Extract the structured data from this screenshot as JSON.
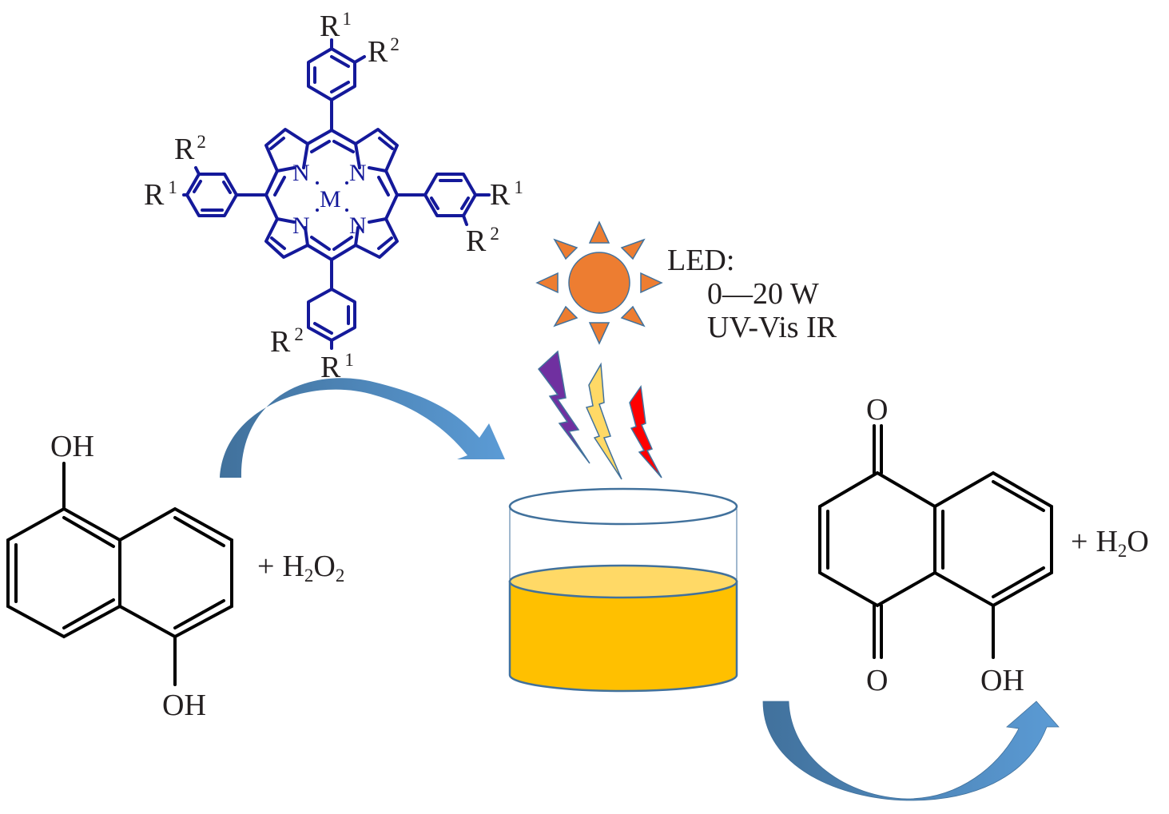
{
  "figure": {
    "type": "reaction-scheme",
    "description": "Photocatalytic oxidation of 1,5-dihydroxynaphthalene with H2O2 to juglone over metalloporphyrin under LED light"
  },
  "catalyst": {
    "name": "metalloporphyrin",
    "metal_label": "M",
    "nitrogen_label": "N",
    "substituents": {
      "top": {
        "r1": "R",
        "r1_sup": "1",
        "r2": "R",
        "r2_sup": "2"
      },
      "left": {
        "r1": "R",
        "r1_sup": "1",
        "r2": "R",
        "r2_sup": "2"
      },
      "right": {
        "r1": "R",
        "r1_sup": "1",
        "r2": "R",
        "r2_sup": "2"
      },
      "bottom": {
        "r1": "R",
        "r1_sup": "1",
        "r2": "R",
        "r2_sup": "2"
      }
    },
    "color": "#14199a"
  },
  "reactant": {
    "name": "1,5-dihydroxynaphthalene",
    "top_group": "OH",
    "bottom_group": "OH",
    "coreactant": {
      "plus": "+",
      "h": "H",
      "h_sub": "2",
      "o": "O",
      "o_sub": "2"
    }
  },
  "light_source": {
    "title": "LED:",
    "power": "0—20 W",
    "spectrum": "UV-Vis IR",
    "sun_color": "#ed7d31",
    "bolts": [
      {
        "name": "UV",
        "color": "#7030a0"
      },
      {
        "name": "Vis",
        "color": "#ffd966"
      },
      {
        "name": "IR",
        "color": "#ff0000"
      }
    ]
  },
  "reactor": {
    "liquid_color": "#ffc000",
    "liquid_top_color": "#ffd966",
    "outline_color": "#41719c"
  },
  "product": {
    "name": "5-hydroxy-1,4-naphthoquinone",
    "top_group": "O",
    "bottom_left_group": "O",
    "bottom_right_group": "OH",
    "byproduct": {
      "plus": "+",
      "h": "H",
      "h_sub": "2",
      "o": "O"
    }
  },
  "arrows": {
    "color_dark": "#41719c",
    "color_light": "#5b9bd5"
  }
}
